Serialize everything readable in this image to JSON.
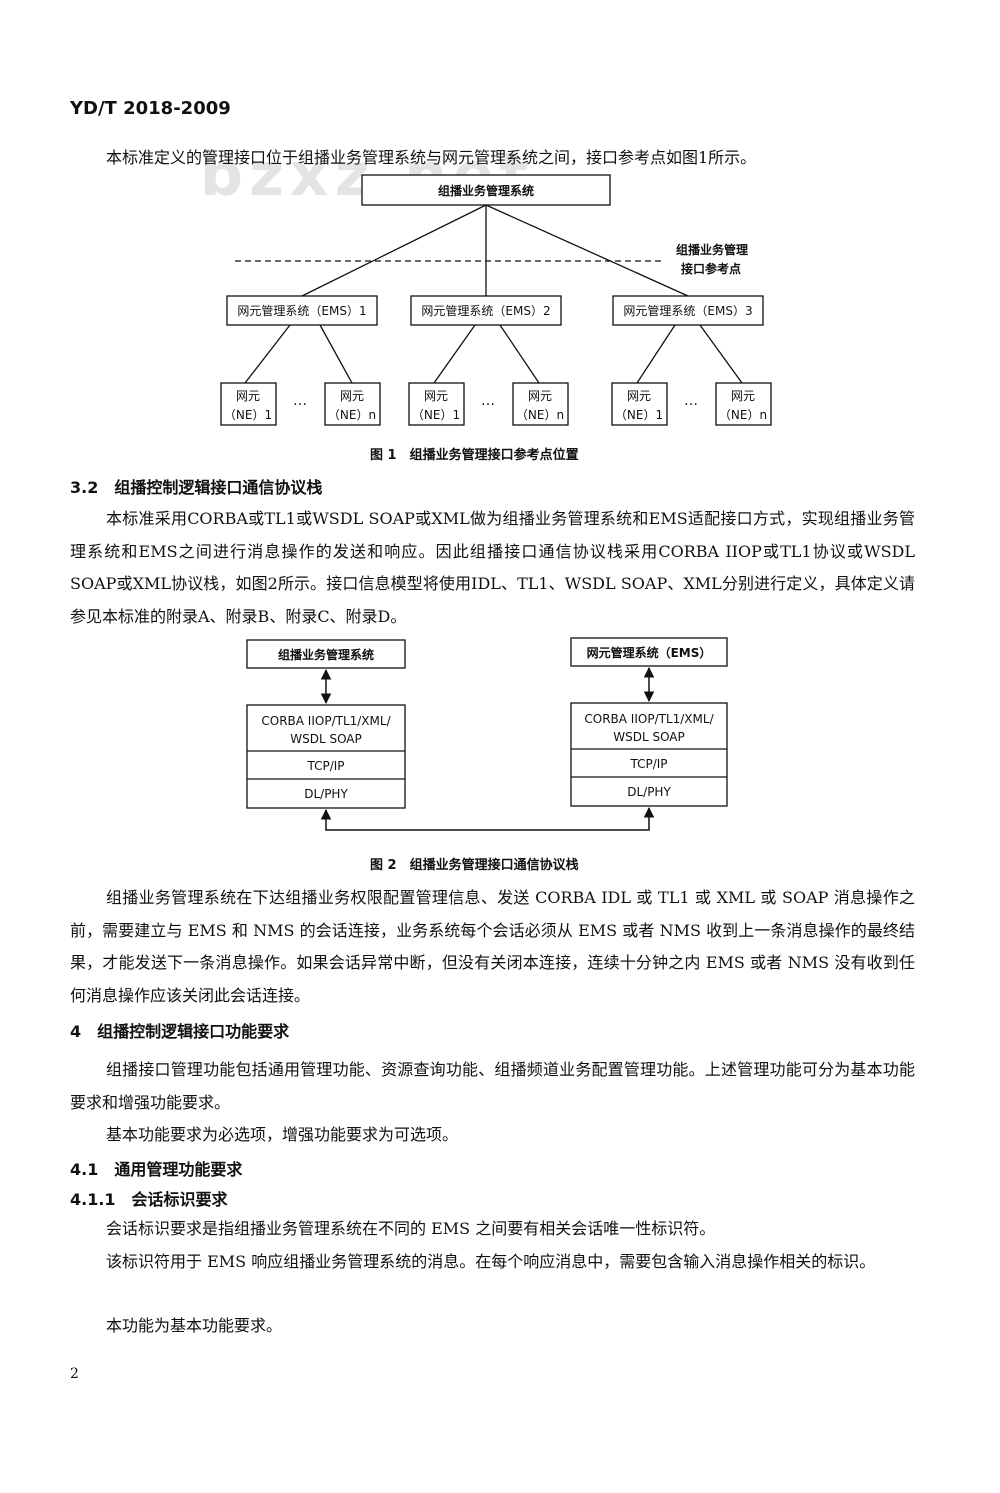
{
  "header": "YD/T 2018-2009",
  "watermark": "bzxz.net",
  "intro": "本标准定义的管理接口位于组播业务管理系统与网元管理系统之间，接口参考点如图1所示。",
  "figure1": {
    "top_box": "组播业务管理系统",
    "ref_point_line1": "组播业务管理",
    "ref_point_line2": "接口参考点",
    "ems": [
      "网元管理系统（EMS）1",
      "网元管理系统（EMS）2",
      "网元管理系统（EMS）3"
    ],
    "ne_top": "网元",
    "ne_first": "（NE）1",
    "ne_last": "（NE）n",
    "ellipsis": "…",
    "caption": "图 1　组播业务管理接口参考点位置"
  },
  "section_3_2": {
    "heading": "3.2　组播控制逻辑接口通信协议栈",
    "para": "本标准采用CORBA或TL1或WSDL SOAP或XML做为组播业务管理系统和EMS适配接口方式，实现组播业务管理系统和EMS之间进行消息操作的发送和响应。因此组播接口通信协议栈采用CORBA IIOP或TL1协议或WSDL SOAP或XML协议栈，如图2所示。接口信息模型将使用IDL、TL1、WSDL SOAP、XML分别进行定义，具体定义请参见本标准的附录A、附录B、附录C、附录D。"
  },
  "figure2": {
    "left_top": "组播业务管理系统",
    "right_top": "网元管理系统（EMS）",
    "stack_line1": "CORBA IIOP/TL1/XML/",
    "stack_line2": "WSDL SOAP",
    "tcp": "TCP/IP",
    "dl": "DL/PHY",
    "caption": "图 2　组播业务管理接口通信协议栈"
  },
  "para_session": "组播业务管理系统在下达组播业务权限配置管理信息、发送 CORBA IDL 或 TL1 或 XML 或 SOAP 消息操作之前，需要建立与 EMS 和 NMS 的会话连接，业务系统每个会话必须从 EMS 或者 NMS 收到上一条消息操作的最终结果，才能发送下一条消息操作。如果会话异常中断，但没有关闭本连接，连续十分钟之内 EMS 或者 NMS 没有收到任何消息操作应该关闭此会话连接。",
  "section_4": {
    "heading": "4　组播控制逻辑接口功能要求",
    "para1": "组播接口管理功能包括通用管理功能、资源查询功能、组播频道业务配置管理功能。上述管理功能可分为基本功能要求和增强功能要求。",
    "para2": "基本功能要求为必选项，增强功能要求为可选项。"
  },
  "section_4_1": {
    "heading": "4.1　通用管理功能要求"
  },
  "section_4_1_1": {
    "heading": "4.1.1　会话标识要求",
    "para1": "会话标识要求是指组播业务管理系统在不同的 EMS 之间要有相关会话唯一性标识符。",
    "para2": "该标识符用于 EMS 响应组播业务管理系统的消息。在每个响应消息中，需要包含输入消息操作相关的标识。",
    "para3": "本功能为基本功能要求。"
  },
  "page_number": "2"
}
